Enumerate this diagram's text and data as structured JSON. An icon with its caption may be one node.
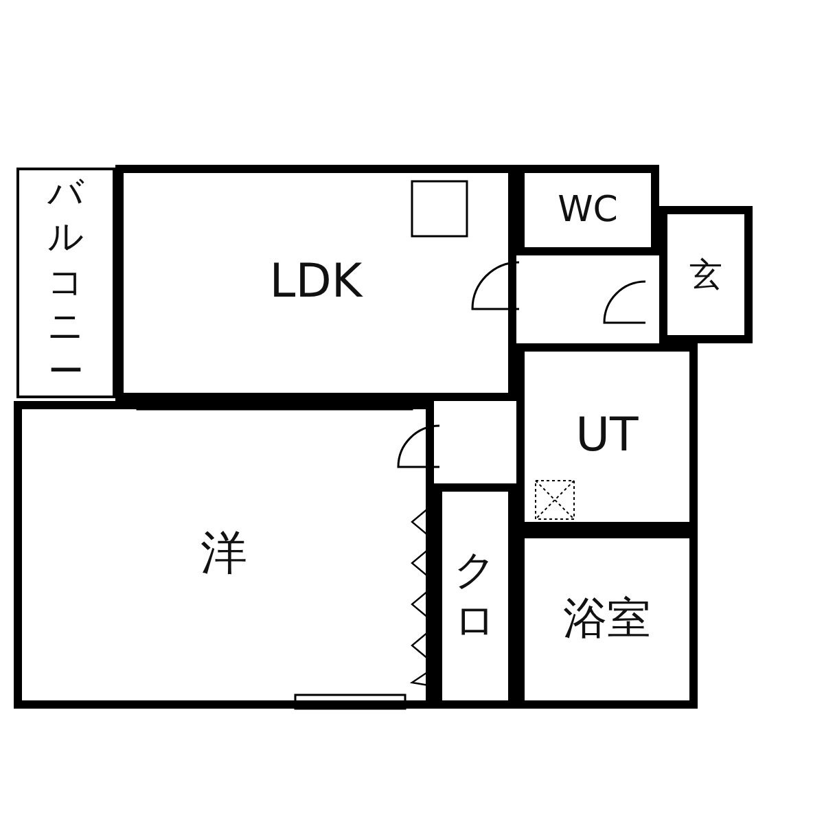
{
  "diagram": {
    "nodes": [
      {
        "text": [
          "バルコニー"
        ]
      },
      {
        "text": [
          "LDK"
        ]
      },
      {
        "text": [
          "WC"
        ]
      },
      {
        "text": [
          "玄"
        ]
      },
      {
        "text": [
          "UT"
        ]
      },
      {
        "text": [
          "洋"
        ]
      },
      {
        "text": [
          "クロ"
        ]
      },
      {
        "text": [
          "浴室"
        ]
      }
    ]
  }
}
